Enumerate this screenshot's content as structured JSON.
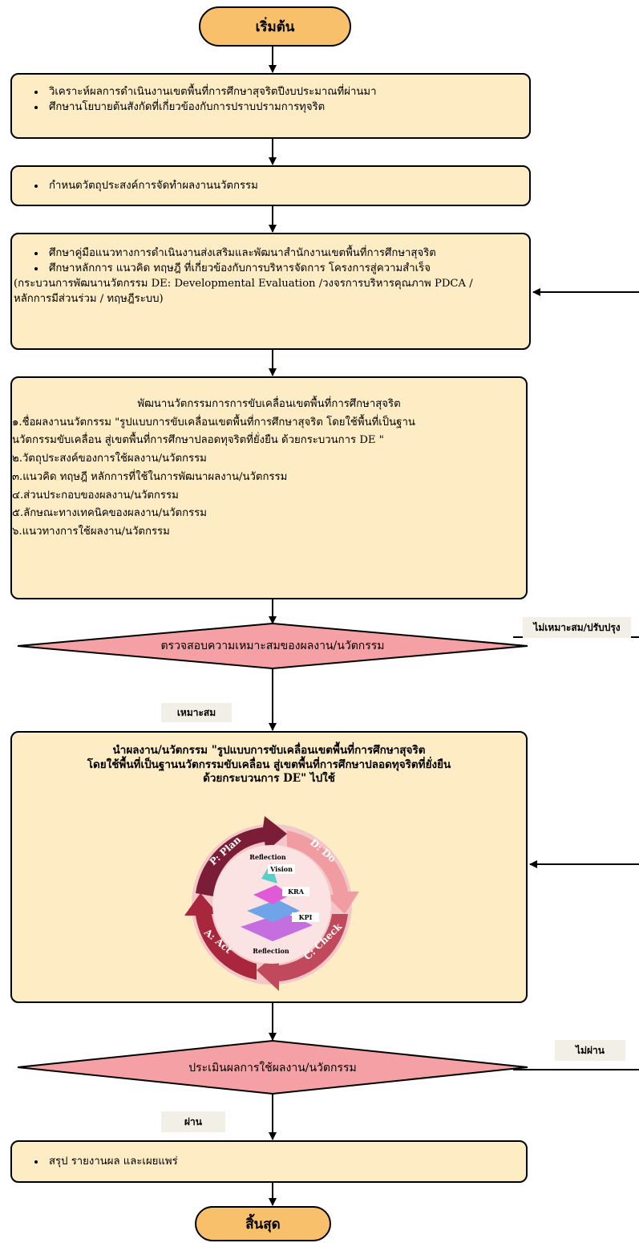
{
  "start": "เริ่มต้น",
  "end": "สิ้นสุด",
  "step1": {
    "items": [
      "วิเคราะห์ผลการดำเนินงานเขตพื้นที่การศึกษาสุจริตปีงบประมาณที่ผ่านมา",
      "ศึกษานโยบายต้นสังกัดที่เกี่ยวข้องกับการปราบปรามการทุจริต"
    ]
  },
  "step2": {
    "items": [
      "กำหนดวัตถุประสงค์การจัดทำผลงานนวัตกรรม"
    ]
  },
  "step3": {
    "items": [
      "ศึกษาคู่มือแนวทางการดำเนินงานส่งเสริมและพัฒนาสำนักงานเขตพื้นที่การศึกษาสุจริต",
      "ศึกษาหลักการ แนวคิด ทฤษฎี ที่เกี่ยวข้องกับการบริหารจัดการ โครงการสู่ความสำเร็จ"
    ],
    "note_line1": "(กระบวนการพัฒนานวัตกรรม DE: Developmental Evaluation /วงจรการบริหารคุณภาพ PDCA /",
    "note_line2": "หลักการมีส่วนร่วม / ทฤษฎีระบบ)"
  },
  "step4": {
    "title": "พัฒนานวัตกรรมการการขับเคลื่อนเขตพื้นที่การศึกษาสุจริต",
    "lines": [
      "๑.ชื่อผลงานนวัตกรรม \"รูปแบบการขับเคลื่อนเขตพื้นที่การศึกษาสุจริต โดยใช้พื้นที่เป็นฐาน",
      "นวัตกรรมขับเคลื่อน สู่เขตพื้นที่การศึกษาปลอดทุจริตที่ยั่งยืน ด้วยกระบวนการ DE \"",
      "๒.วัตถุประสงค์ของการใช้ผลงาน/นวัตกรรม",
      "๓.แนวคิด ทฤษฎี หลักการที่ใช้ในการพัฒนาผลงาน/นวัตกรรม",
      "๔.ส่วนประกอบของผลงาน/นวัตกรรม",
      "๕.ลักษณะทางเทคนิคของผลงาน/นวัตกรรม",
      "๖.แนวทางการใช้ผลงาน/นวัตกรรม"
    ]
  },
  "decision1": {
    "text": "ตรวจสอบความเหมาะสมของผลงาน/นวัตกรรม",
    "yes": "เหมาะสม",
    "no": "ไม่เหมาะสม/ปรับปรุง"
  },
  "step5": {
    "lines": [
      "นำผลงาน/นวัตกรรม \"รูปแบบการขับเคลื่อนเขตพื้นที่การศึกษาสุจริต",
      "โดยใช้พื้นที่เป็นฐานนวัตกรรมขับเคลื่อน สู่เขตพื้นที่การศึกษาปลอดทุจริตที่ยั่งยืน",
      "ด้วยกระบวนการ DE\" ไปใช้"
    ],
    "cycle": {
      "plan": "P: Plan",
      "do": "D: Do",
      "check": "C: Check",
      "act": "A: Act",
      "reflection_top": "Reflection",
      "reflection_bottom": "Reflection",
      "vision": "Vision",
      "kra": "KRA",
      "kpi": "KPI"
    }
  },
  "decision2": {
    "text": "ประเมินผลการใช้ผลงาน/นวัตกรรม",
    "yes": "ผ่าน",
    "no": "ไม่ผ่าน"
  },
  "step6": {
    "items": [
      "สรุป รายงานผล และเผยแพร่"
    ]
  }
}
